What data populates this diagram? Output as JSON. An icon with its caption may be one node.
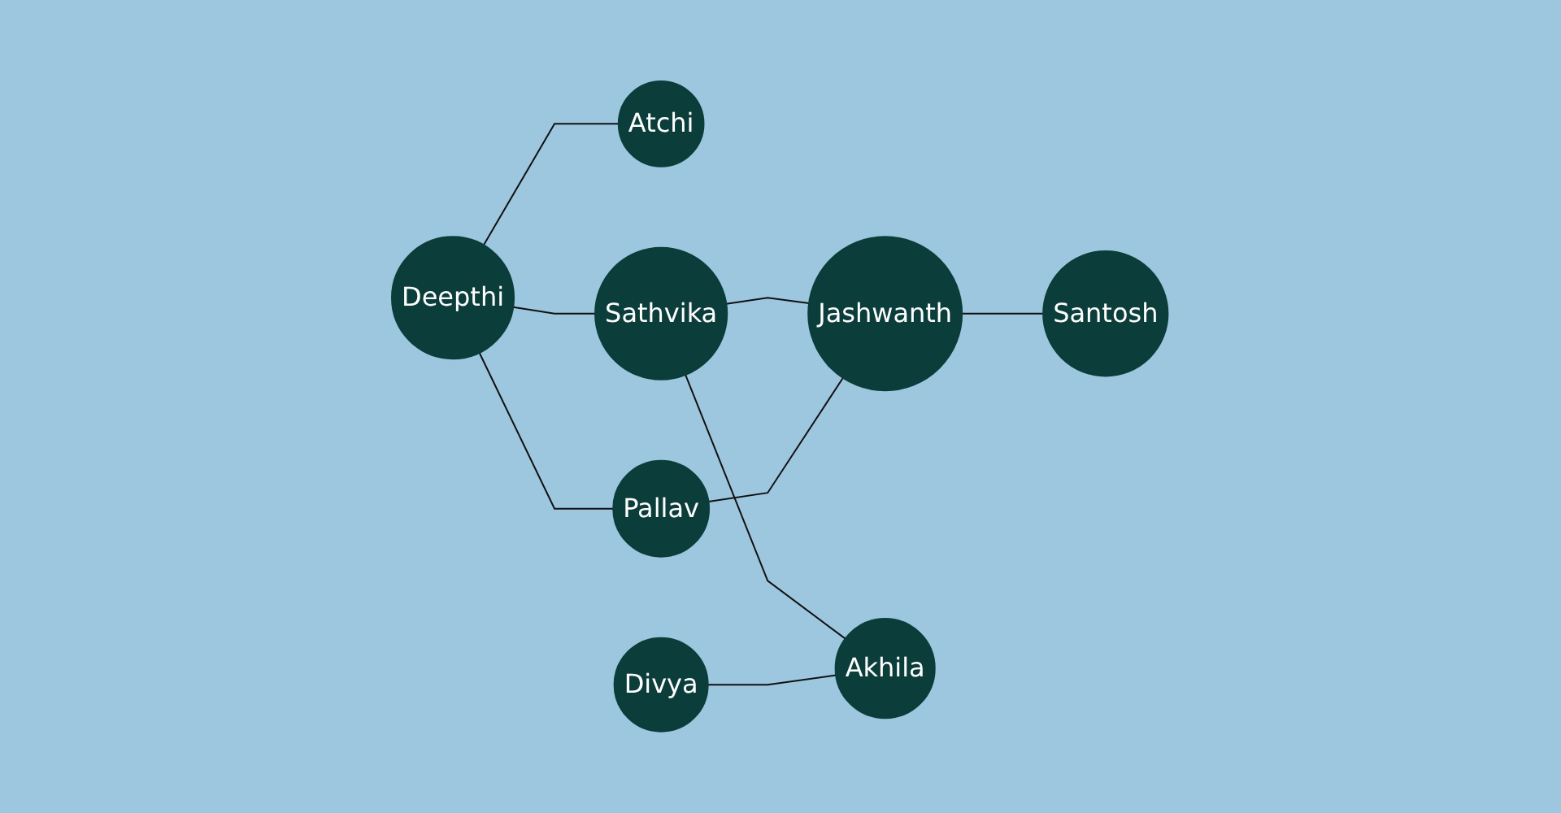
{
  "diagram": {
    "nodes": [
      {
        "text": [
          "Atchi"
        ]
      },
      {
        "text": [
          "Sathvika"
        ]
      },
      {
        "text": [
          "Jashwanth"
        ]
      },
      {
        "text": [
          "Deepthi"
        ]
      },
      {
        "text": [
          "Pallav"
        ]
      },
      {
        "text": [
          "Akhila"
        ]
      },
      {
        "text": [
          "Divya"
        ]
      },
      {
        "text": [
          "Santosh"
        ]
      }
    ],
    "edges": [
      {
        "from": 3,
        "to": 0,
        "arrow": "none"
      },
      {
        "from": 3,
        "to": 1,
        "arrow": "none"
      },
      {
        "from": 1,
        "to": 2,
        "arrow": "none"
      },
      {
        "from": 1,
        "to": 5,
        "arrow": "none"
      },
      {
        "from": 3,
        "to": 4,
        "arrow": "none"
      },
      {
        "from": 4,
        "to": 2,
        "arrow": "none"
      },
      {
        "from": 2,
        "to": 7,
        "arrow": "none"
      },
      {
        "from": 6,
        "to": 5,
        "arrow": "none"
      }
    ]
  }
}
